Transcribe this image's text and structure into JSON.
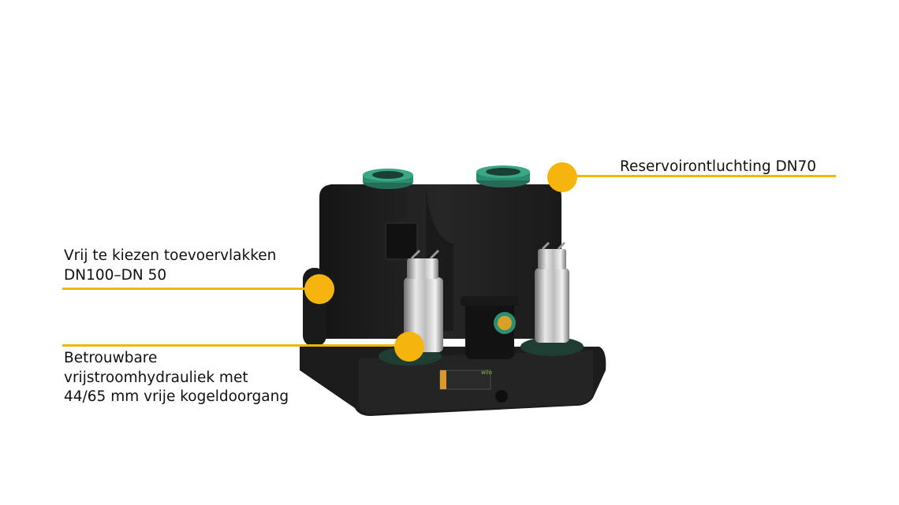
{
  "callouts": {
    "venting": {
      "text": "Reservoirontluchting DN70"
    },
    "inlets": {
      "line1": "Vrij te kiezen toevoervlakken",
      "line2": "DN100–DN 50"
    },
    "hydraulics": {
      "line1": "Betrouwbare",
      "line2": "vrijstroomhydrauliek met",
      "line3": "44/65 mm  vrije kogeldoorgang"
    }
  },
  "product": {
    "brand": "wilo"
  },
  "colors": {
    "accent": "#f6b40e",
    "line": "#f2b705",
    "housing": "#1e1e1e",
    "connector": "#2a8c6e"
  }
}
